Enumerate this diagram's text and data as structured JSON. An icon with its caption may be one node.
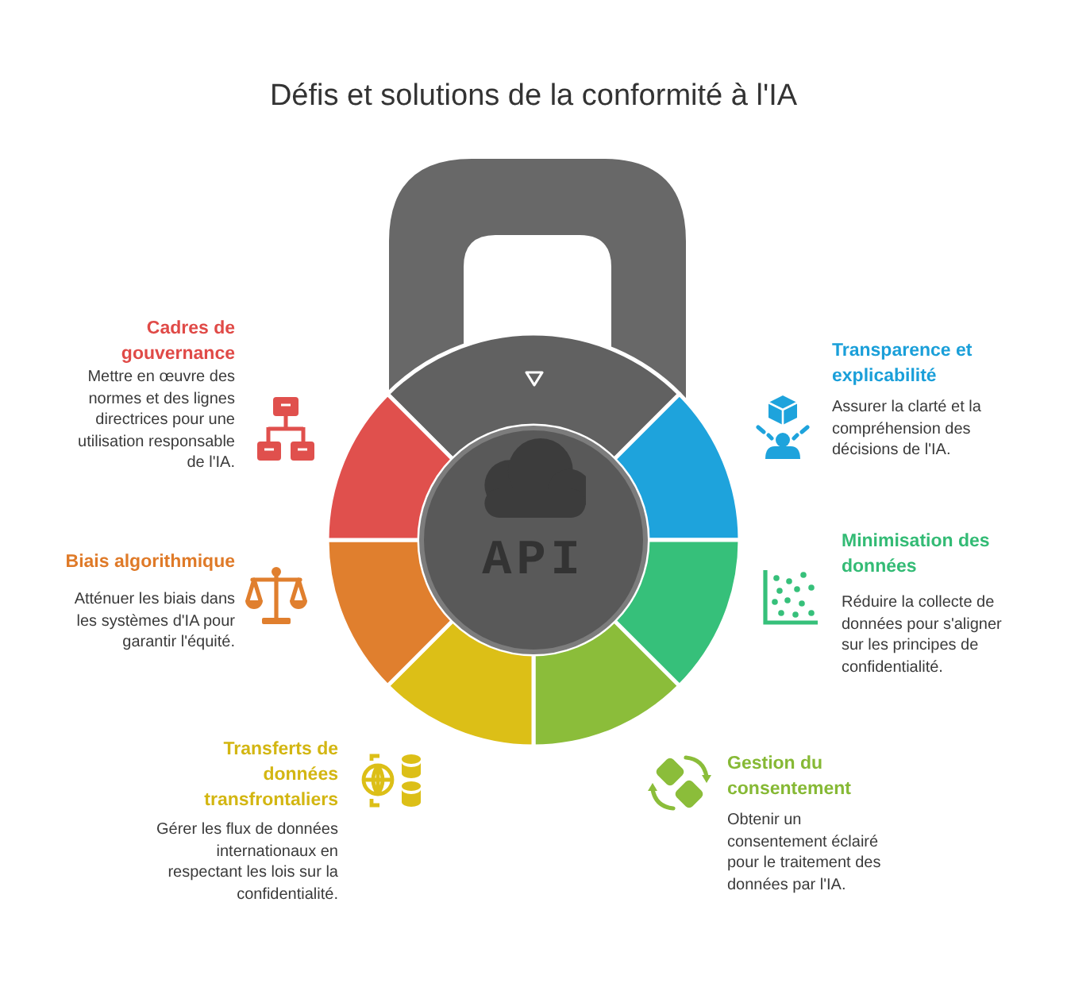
{
  "diagram": {
    "title": "Défis et solutions de la conformité à l'IA",
    "nodes": [
      {
        "text": [
          "API"
        ]
      }
    ],
    "labels": [
      "Cadres de gouvernance",
      "Mettre en œuvre des normes et des lignes directrices pour une utilisation responsable de l'IA.",
      "Transparence et explicabilité",
      "Assurer la clarté et la compréhension des décisions de l'IA.",
      "Biais algorithmique",
      "Atténuer les biais dans les systèmes d'IA pour garantir l'équité.",
      "Minimisation des données",
      "Réduire la collecte de données pour s'aligner sur les principes de confidentialité.",
      "Transferts de données transfrontaliers",
      "Gérer les flux de données internationaux en respectant les lois sur la confidentialité.",
      "Gestion du consentement",
      "Obtenir un consentement éclairé pour le traitement des données par l'IA."
    ]
  }
}
